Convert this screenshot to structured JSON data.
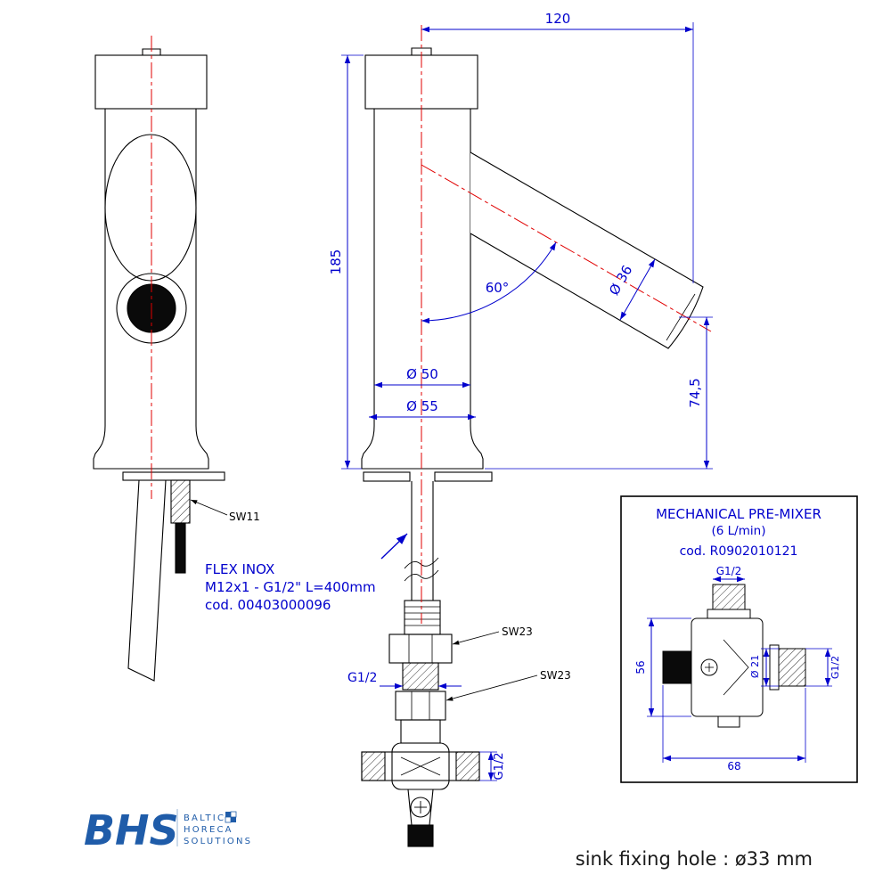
{
  "drawing": {
    "front_view": {
      "sw11_label": "SW11"
    },
    "side_view": {
      "dim_top_width": "120",
      "dim_height": "185",
      "dim_spout_diameter": "Ø 36",
      "dim_angle": "60°",
      "dim_body_diameter": "Ø 50",
      "dim_base_diameter": "Ø 55",
      "dim_spout_drop": "74,5",
      "dim_inlet_thread": "G1/2",
      "dim_outlet_thread": "G1/2",
      "sw23_upper_label": "SW23",
      "sw23_lower_label": "SW23"
    },
    "flex_hose_note": {
      "line1": "FLEX INOX",
      "line2": "M12x1 - G1/2\" L=400mm",
      "line3": "cod. 00403000096"
    },
    "premixer_inset": {
      "title": "MECHANICAL PRE-MIXER",
      "flow": "(6 L/min)",
      "code": "cod. R0902010121",
      "dim_top_thread": "G1/2",
      "dim_height": "56",
      "dim_outlet_diameter": "Ø 21",
      "dim_right_thread": "G1/2",
      "dim_width": "68"
    }
  },
  "footer": {
    "sink_note": "sink fixing hole : ø33 mm"
  },
  "logo": {
    "name": "BHS",
    "line1": "BALTIC",
    "line2": "HORECA",
    "line3": "SOLUTIONS"
  },
  "colors": {
    "dimension_blue": "#0000cd",
    "centerline_red": "#e00000",
    "outline_black": "#000000",
    "logo_blue": "#1f5ca9"
  }
}
